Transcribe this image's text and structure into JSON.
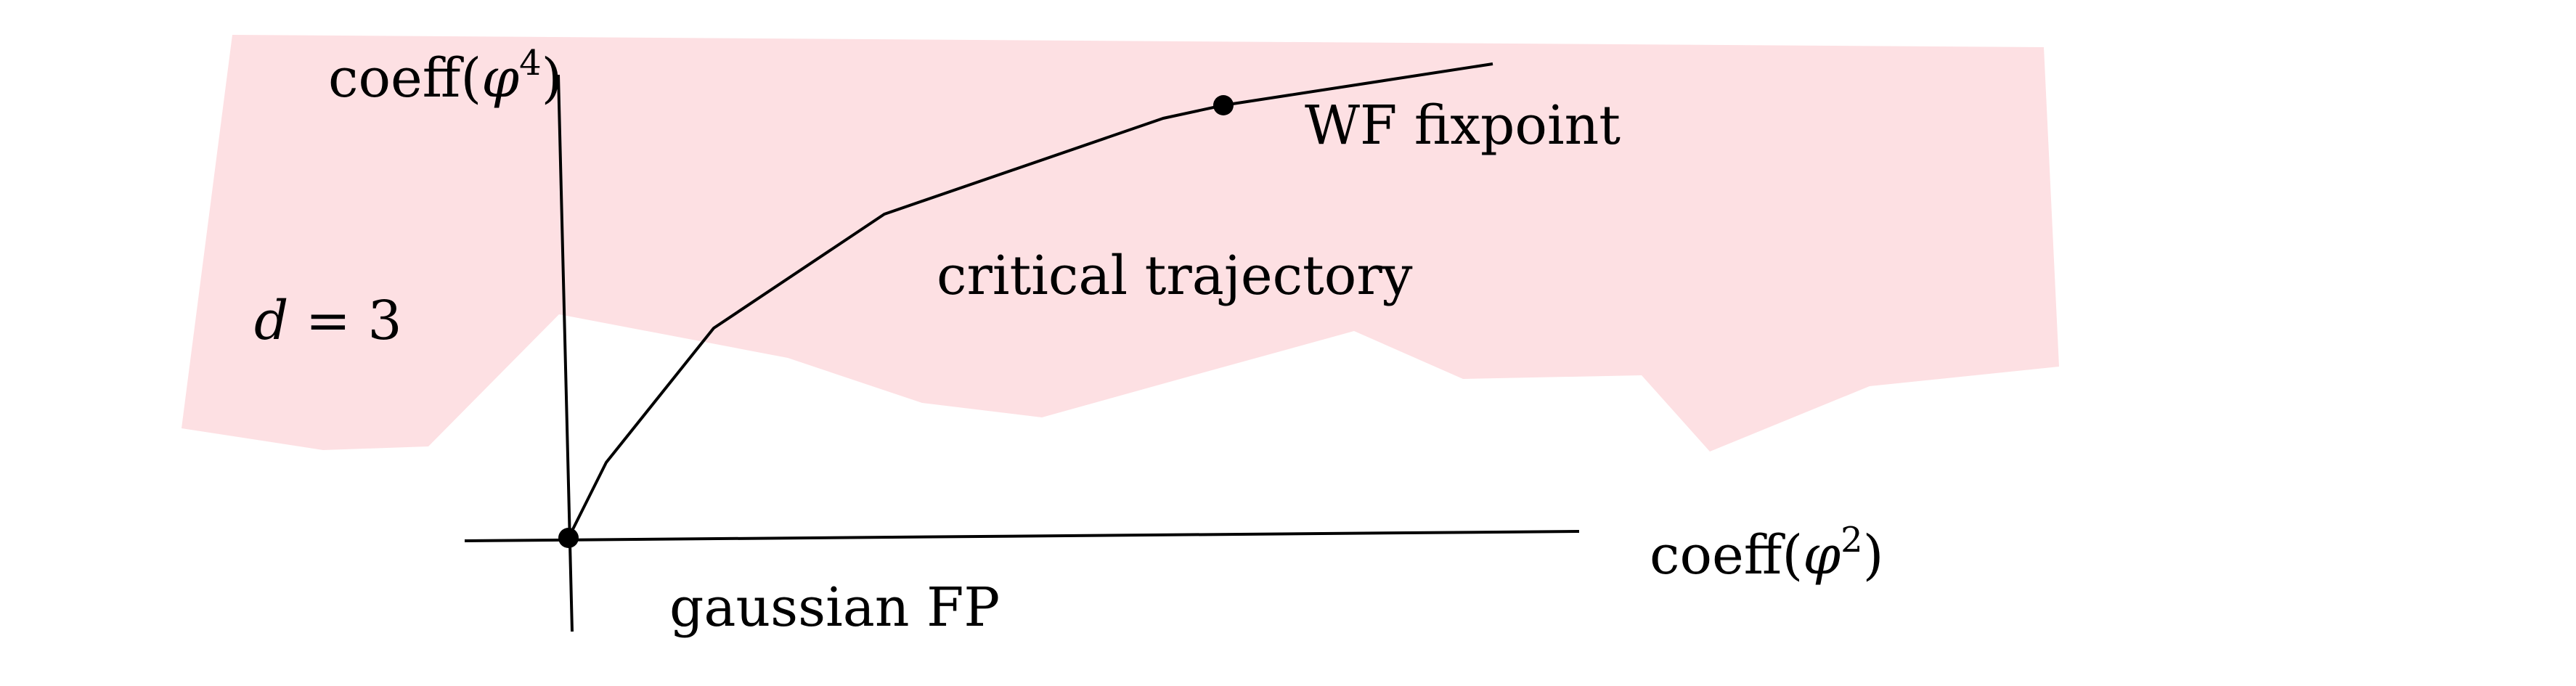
{
  "labels": {
    "y_axis": {
      "prefix": "coeff(",
      "symbol": "φ",
      "exponent": "4",
      "suffix": ")"
    },
    "x_axis": {
      "prefix": "coeff(",
      "symbol": "φ",
      "exponent": "2",
      "suffix": ")"
    },
    "dimension": {
      "var": "d",
      "eq": " = ",
      "value": "3"
    },
    "trajectory": "critical trajectory",
    "wf_fixpoint": "WF fixpoint",
    "gaussian_fp": "gaussian FP"
  },
  "colors": {
    "region_fill": "#fde0e3",
    "line": "#000000"
  }
}
